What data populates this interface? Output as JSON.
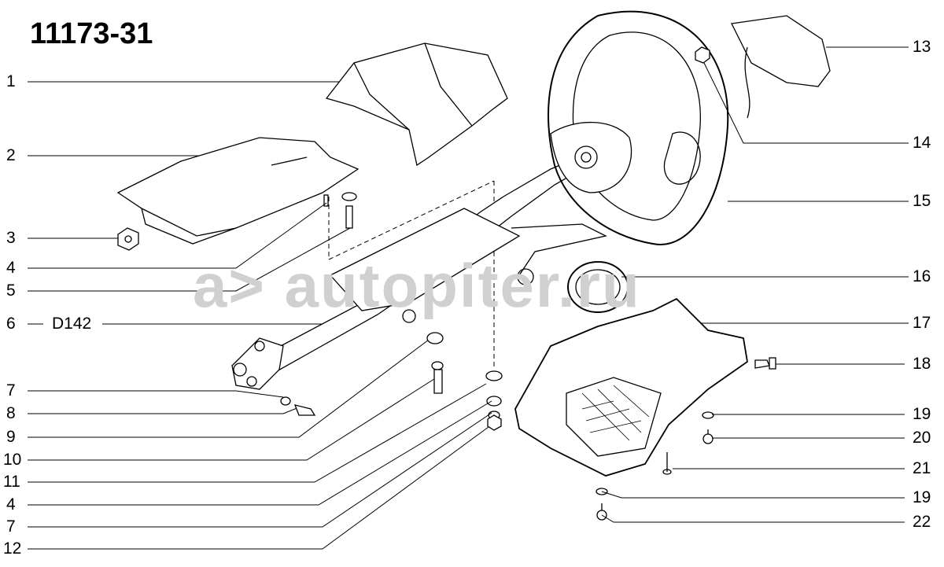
{
  "title": "11173-31",
  "watermark": "a> autopiter.ru",
  "left_labels": [
    "1",
    "2",
    "3",
    "4",
    "5",
    "6",
    "7",
    "8",
    "9",
    "10",
    "11",
    "4",
    "7",
    "12"
  ],
  "d_label": "D142",
  "right_labels": [
    "13",
    "14",
    "15",
    "16",
    "17",
    "18",
    "19",
    "20",
    "21",
    "19",
    "22"
  ]
}
